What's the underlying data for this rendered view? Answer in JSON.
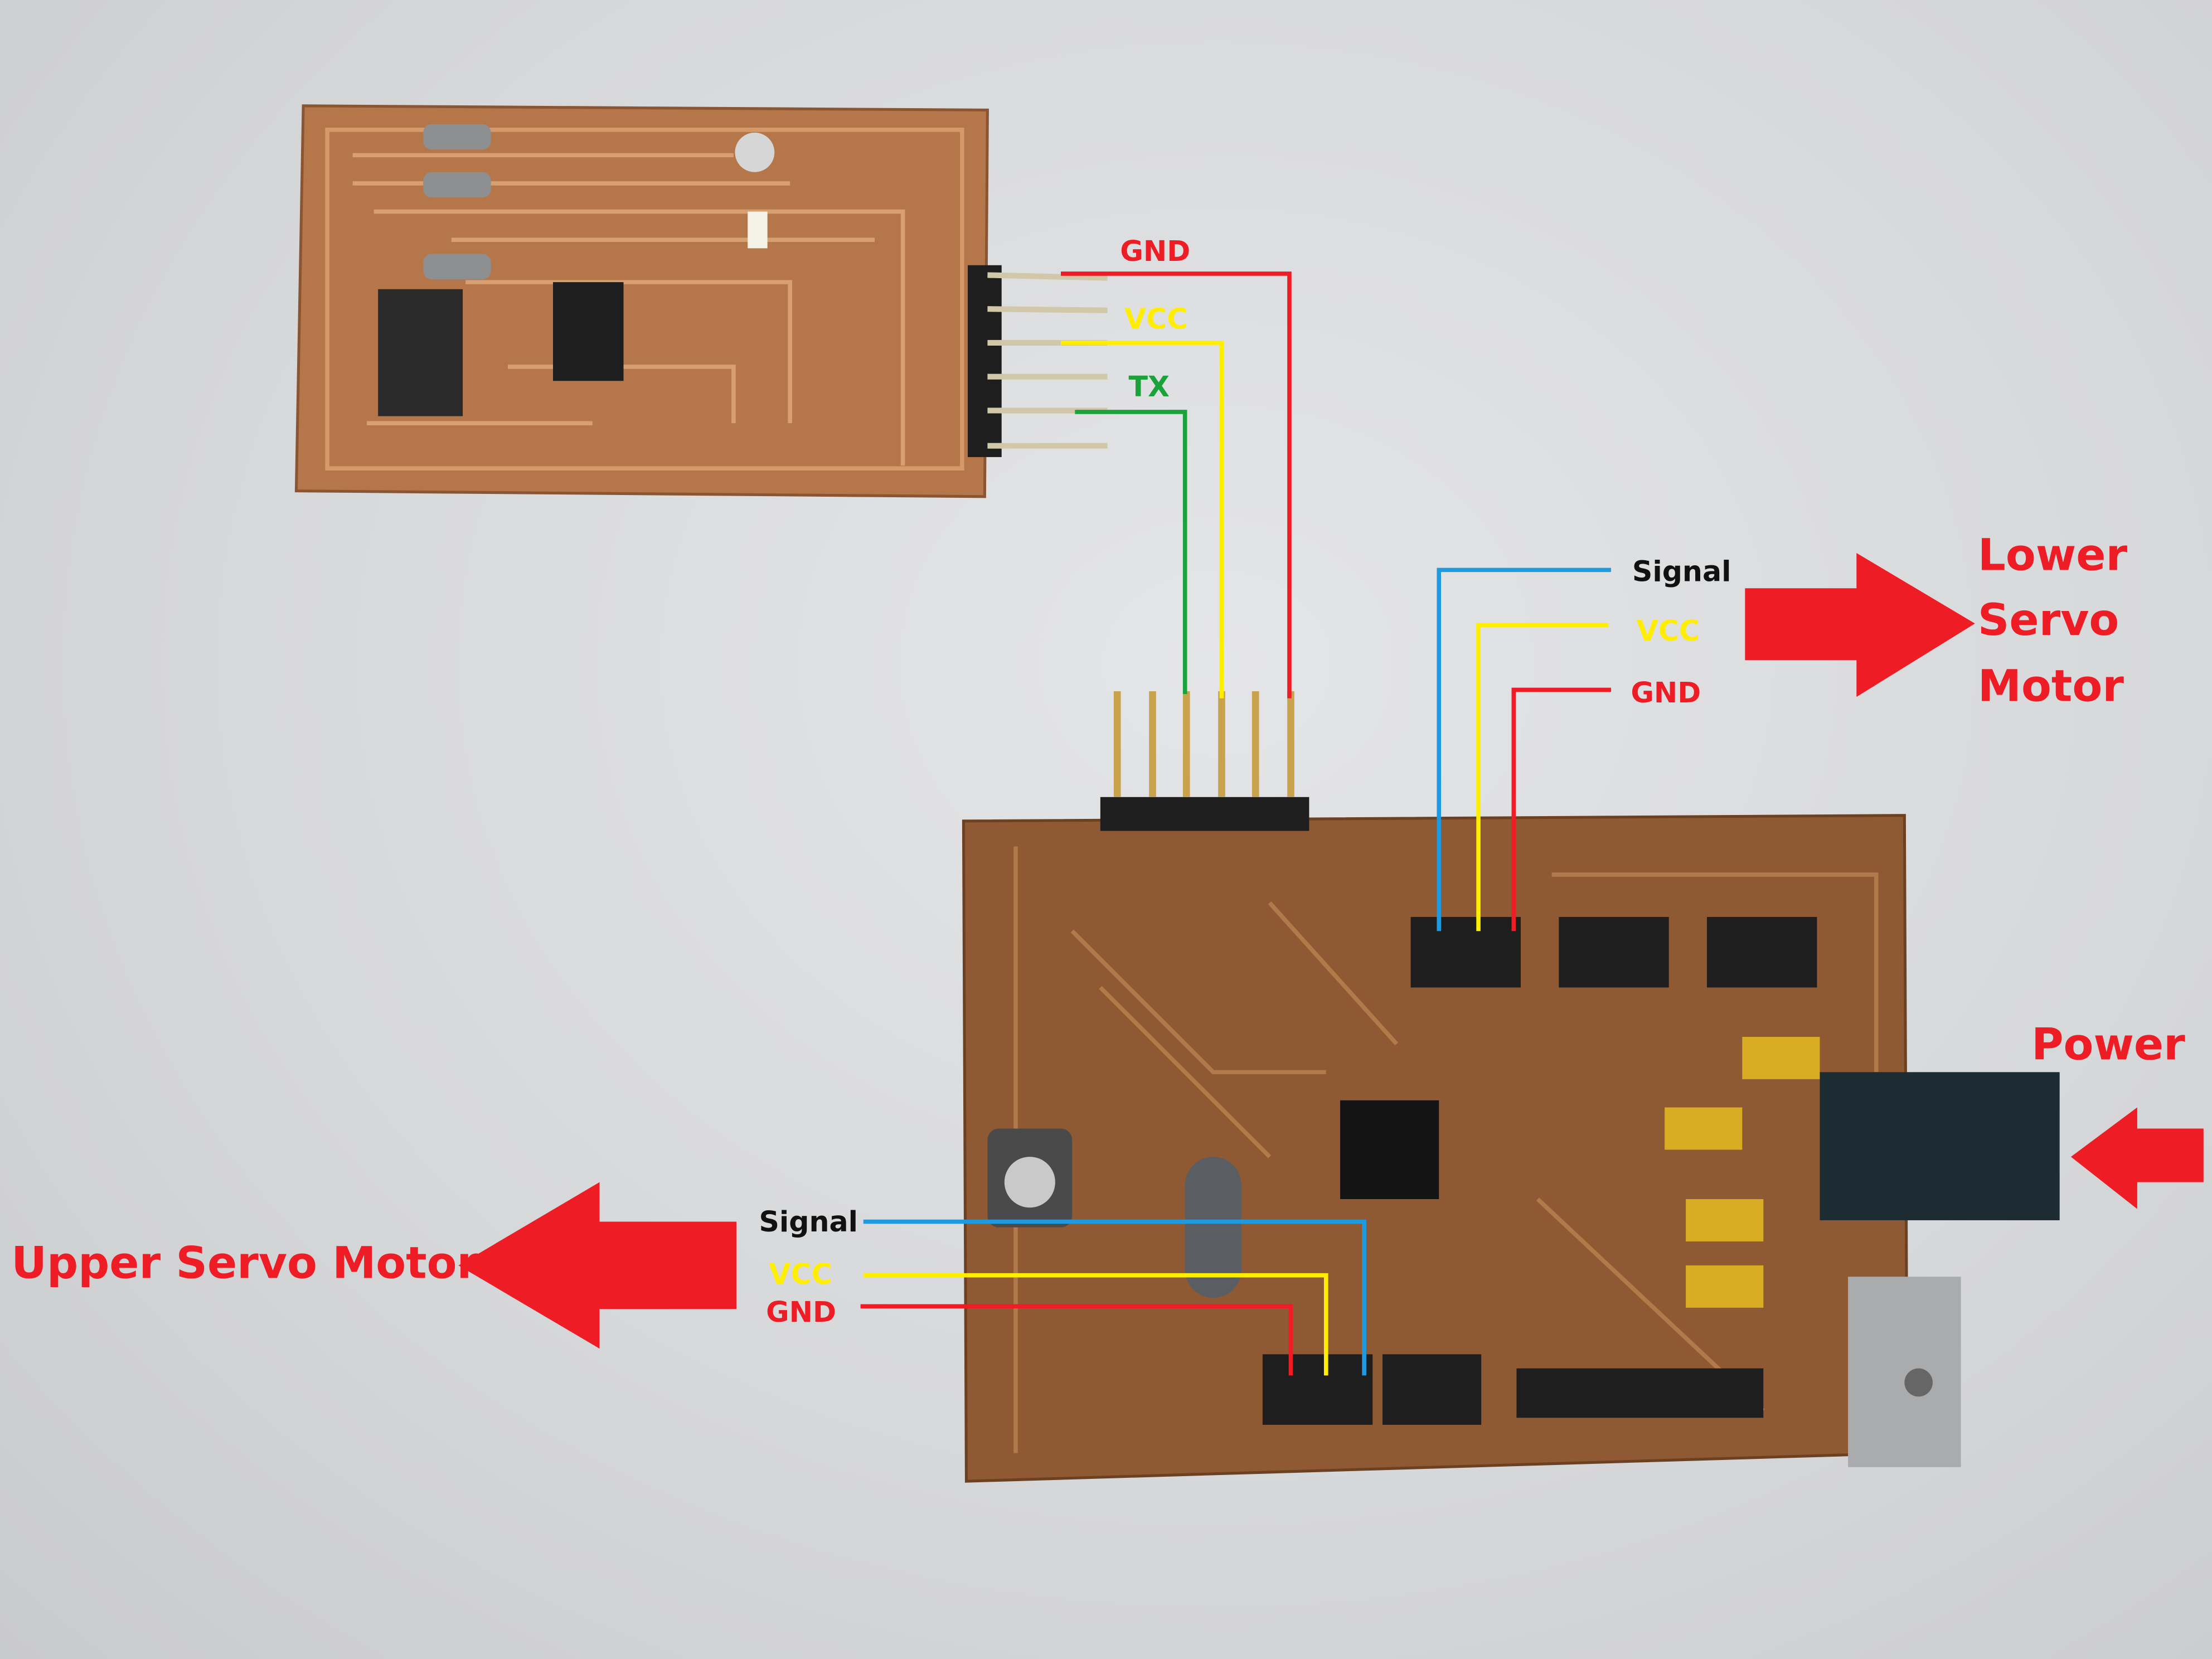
{
  "colors": {
    "gnd": "#ee1c25",
    "vcc": "#ffee00",
    "tx": "#1aa33a",
    "signal": "#1e9be0",
    "arrow": "#ee1c25"
  },
  "ftdi_board": {
    "labels": {
      "gnd": "GND",
      "vcc": "VCC",
      "tx": "TX"
    }
  },
  "lower_servo": {
    "signal": "Signal",
    "vcc": "VCC",
    "gnd": "GND",
    "title_lines": [
      "Lower",
      "Servo",
      "Motor"
    ]
  },
  "power": {
    "label": "Power"
  },
  "upper_servo": {
    "signal": "Signal",
    "vcc": "VCC",
    "gnd": "GND",
    "title": "Upper Servo Motor"
  }
}
